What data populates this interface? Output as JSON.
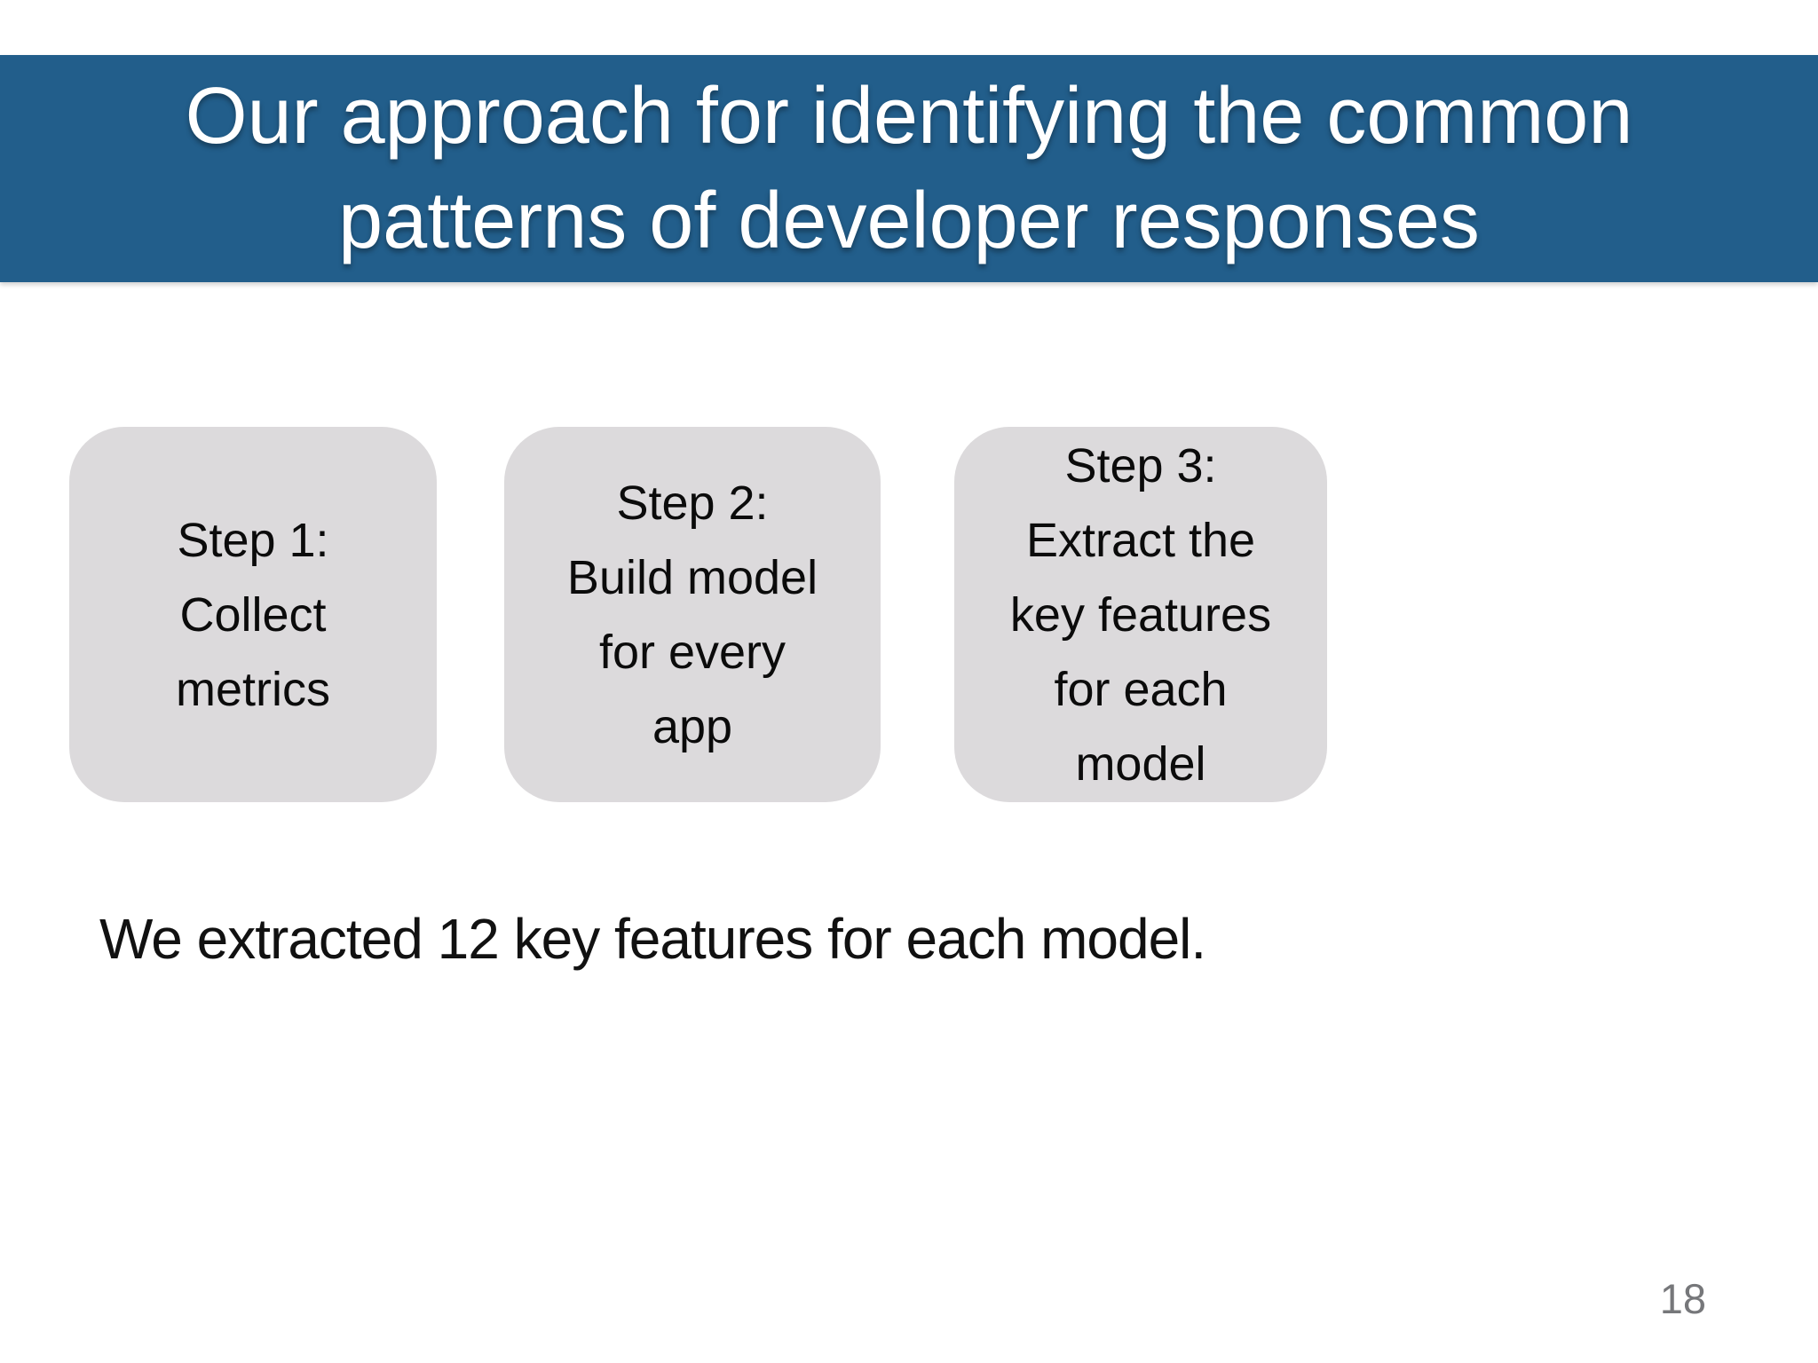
{
  "slide": {
    "header": {
      "title_line1": "Our approach for identifying the common",
      "title_line2": "patterns of developer responses"
    },
    "steps": [
      {
        "text": "Step 1:\nCollect\nmetrics"
      },
      {
        "text": "Step 2:\nBuild model\nfor every\napp"
      },
      {
        "text": "Step 3:\nExtract the\nkey features\nfor each\nmodel"
      }
    ],
    "body_text": "We extracted 12 key features for each model.",
    "page_number": "18"
  },
  "colors": {
    "header_bg": "#225E8B",
    "box_bg": "#DCDADC",
    "title_text": "#FFFFFF",
    "body_text": "#111111",
    "page_number": "#76777A"
  }
}
